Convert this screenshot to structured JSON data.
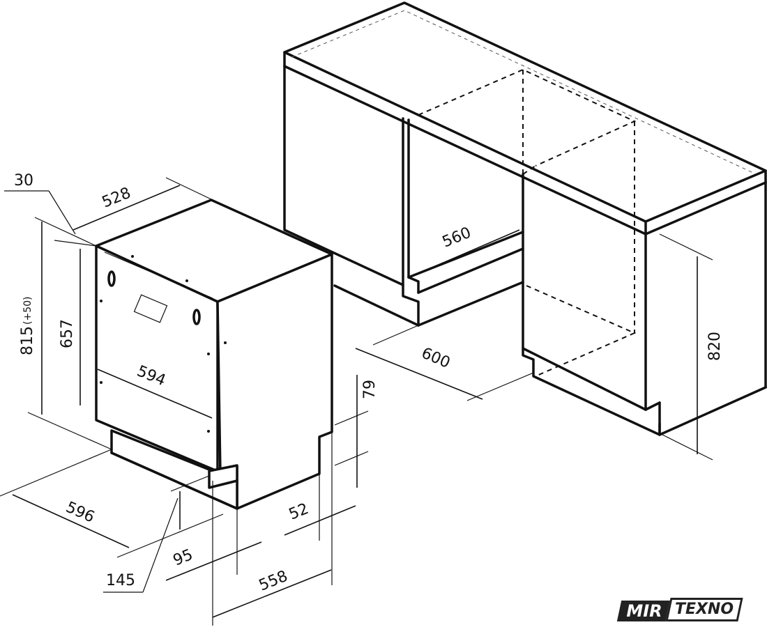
{
  "dimensions": {
    "cabinet_width": "600",
    "cabinet_depth": "560",
    "cabinet_height": "820",
    "top_depth": "528",
    "overhang": "30",
    "height_total": "815",
    "height_adjust": "(+50)",
    "height_door": "657",
    "front_width": "594",
    "base_width": "596",
    "base_height": "145",
    "plinth": "95",
    "side_depth": "558",
    "foot": "52",
    "foot_height": "79"
  },
  "logo": {
    "left": "MIR",
    "right": "TEXNO"
  }
}
